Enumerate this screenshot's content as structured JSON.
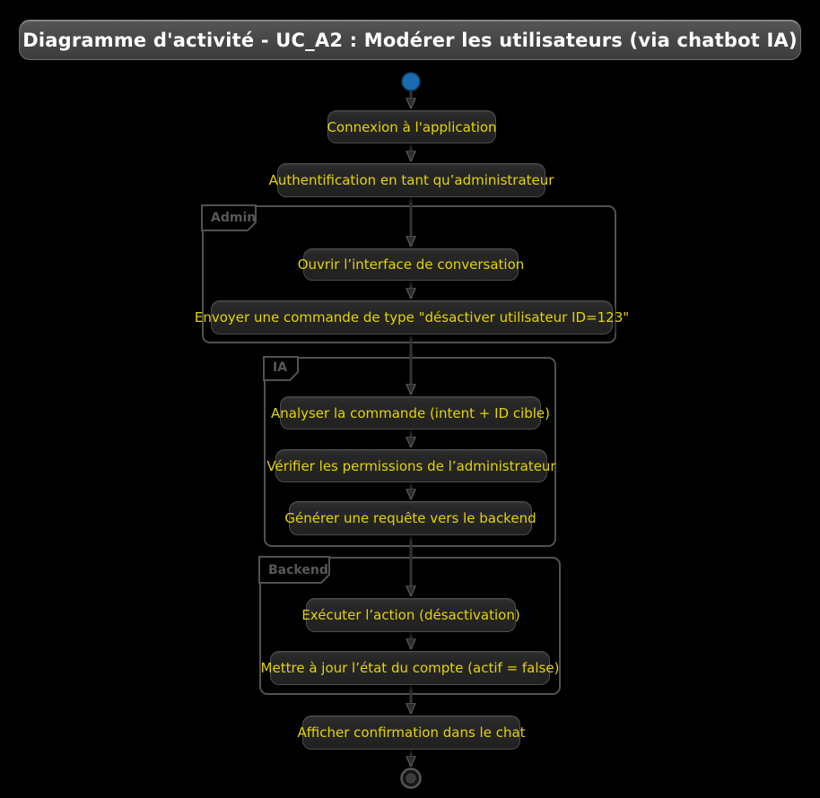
{
  "title": "Diagramme d'activité - UC_A2 : Modérer les utilisateurs (via chatbot IA)",
  "activities": {
    "connexion": "Connexion à l'application",
    "authentification": "Authentification en tant qu’administrateur",
    "ouvrir": "Ouvrir l’interface de conversation",
    "envoyer": "Envoyer une commande de type \"désactiver utilisateur ID=123\"",
    "analyser": "Analyser la commande (intent + ID cible)",
    "verifier": "Vérifier les permissions de l’administrateur",
    "generer": "Générer une requête vers le backend",
    "executer": "Exécuter l’action (désactivation)",
    "mettre_a_jour": "Mettre à jour l’état du compte (actif = false)",
    "afficher": "Afficher confirmation dans le chat"
  },
  "partitions": {
    "admin": {
      "label": "Admin"
    },
    "ia": {
      "label": "IA"
    },
    "backend": {
      "label": "Backend"
    }
  },
  "colors": {
    "background": "#000000",
    "activity_fill": "#262626",
    "activity_border": "#4c4c4c",
    "activity_text": "#e3d400",
    "partition_border": "#515151",
    "partition_label": "#585858",
    "title_bar_fill": "#484848",
    "title_text": "#ffffff",
    "start_node_fill": "#1a6bb0",
    "connector": "#333333"
  }
}
